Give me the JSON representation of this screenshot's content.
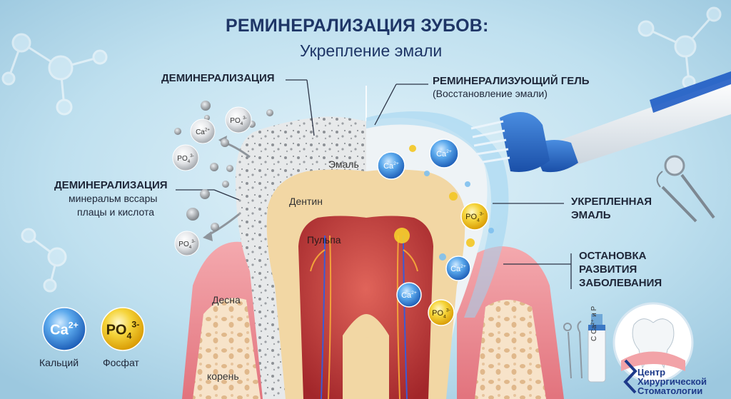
{
  "title": "РЕМИНЕРАЛИЗАЦИЯ ЗУБОВ:",
  "subtitle": "Укрепление эмали",
  "labels": {
    "demin_top": "ДЕМИНЕРАЛИЗАЦИЯ",
    "demin_left": "ДЕМИНЕРАЛИЗАЦИЯ",
    "demin_left_desc1": "минеральм всcары",
    "demin_left_desc2": "плацы и кислота",
    "gel_title": "РЕМИНЕРАЛИЗУЮЩИЙ ГЕЛЬ",
    "gel_desc": "(Восстановление эмали)",
    "strong_enamel_1": "УКРЕПЛЕННАЯ",
    "strong_enamel_2": "ЭМАЛЬ",
    "stop_1": "ОСТАНОВКА",
    "stop_2": "РАЗВИТИЯ",
    "stop_3": "ЗАБОЛЕВАНИЯ"
  },
  "tooth_parts": {
    "enamel": "Эмаль",
    "dentin": "Дентин",
    "pulp": "Пульпа",
    "gum": "Десна",
    "root": "корень"
  },
  "ions": {
    "ca": "Ca",
    "ca_charge": "2+",
    "po": "PO",
    "po_sub": "4",
    "po_charge": "3-"
  },
  "legend": {
    "calcium": "Кальций",
    "phosphate": "Фосфат"
  },
  "tube_label": "C Ca²⁺ и P",
  "logo": {
    "line1": "Центр",
    "line2": "Хирургической",
    "line3": "Стоматологии"
  },
  "colors": {
    "background": "#bfe0ef",
    "title": "#1e3566",
    "calcium_ion": "#3a8ee0",
    "phosphate_ion": "#f2c318",
    "enamel": "#e9eef2",
    "dentin": "#f2d7a4",
    "pulp": "#c23a3a",
    "gum": "#ec8f96"
  },
  "icons": [
    "toothbrush-icon",
    "dental-mirror-icon",
    "dental-probe-icon",
    "gel-tube-icon",
    "clinic-logo-icon"
  ]
}
